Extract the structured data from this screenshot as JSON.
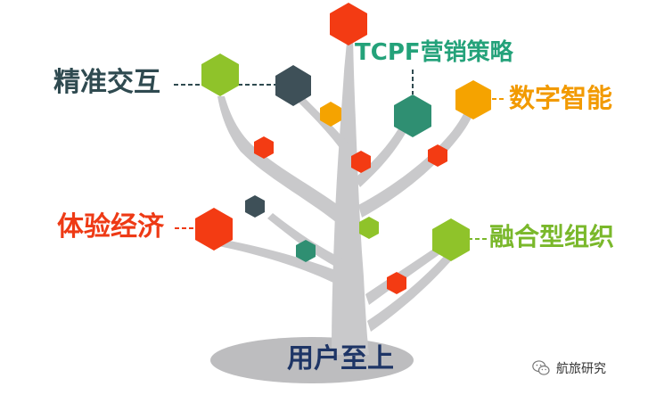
{
  "labels": {
    "interaction": "精准交互",
    "tcpf": "TCPF营销策略",
    "digital": "数字智能",
    "experience": "体验经济",
    "organization": "融合型组织",
    "base": "用户至上"
  },
  "watermark": {
    "text": "航旅研究",
    "icon": "wechat-icon"
  },
  "colors": {
    "trunk": "#c9c9cb",
    "shadow": "#b9b9bb",
    "red": "#f33b13",
    "orange": "#f5a300",
    "lime": "#8fc32a",
    "teal": "#2f8f72",
    "slate": "#3e5058",
    "label_dark": "#2f4a50",
    "label_teal": "#24a27a",
    "label_orange": "#f29a00",
    "label_red": "#ee3a15",
    "label_green": "#7ab82b",
    "base_text": "#1e3566"
  }
}
